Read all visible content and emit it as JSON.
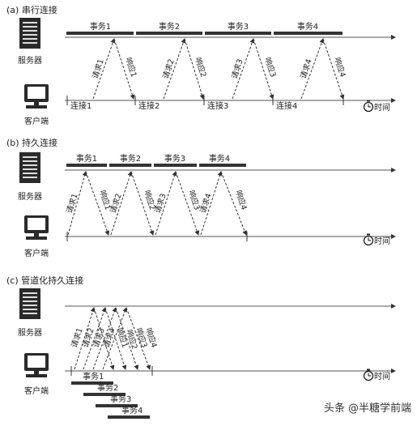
{
  "sections": [
    {
      "title": "(a) 串行连接",
      "server_label": "服务器",
      "client_label": "客户端",
      "time_label": "时间",
      "transactions": [
        "事务1",
        "事务2",
        "事务3",
        "事务4"
      ],
      "requests": [
        "请求1",
        "请求2",
        "请求3",
        "请求4"
      ],
      "responses": [
        "响应1",
        "响应2",
        "响应3",
        "响应4"
      ],
      "connections": [
        "连接1",
        "连接2",
        "连接3",
        "连接4"
      ]
    },
    {
      "title": "(b) 持久连接",
      "server_label": "服务器",
      "client_label": "客户端",
      "time_label": "时间",
      "transactions": [
        "事务1",
        "事务2",
        "事务3",
        "事务4"
      ],
      "requests": [
        "请求1",
        "请求2",
        "请求3",
        "请求4"
      ],
      "responses": [
        "响应1",
        "响应2",
        "响应3",
        "响应4"
      ]
    },
    {
      "title": "(c) 管道化持久连接",
      "server_label": "服务器",
      "client_label": "客户端",
      "time_label": "时间",
      "transactions": [
        "事务1",
        "事务2",
        "事务3",
        "事务4"
      ],
      "requests": [
        "请求1",
        "请求2",
        "请求3",
        "请求4"
      ],
      "responses": [
        "响应1",
        "响应2",
        "响应3",
        "响应4"
      ]
    }
  ],
  "watermark": {
    "source": "头条",
    "author": "@半糖学前端"
  }
}
